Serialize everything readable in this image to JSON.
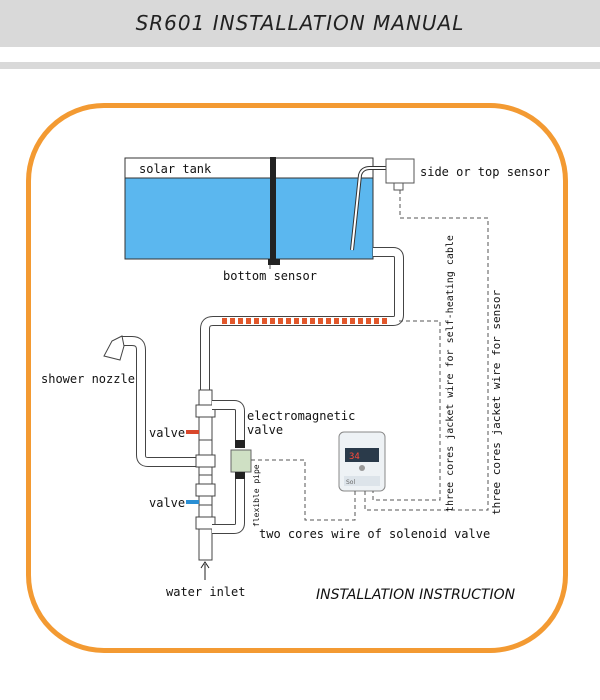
{
  "header": {
    "title": "SR601  INSTALLATION  MANUAL"
  },
  "labels": {
    "solar_tank": "solar tank",
    "side_top_sensor": "side or top sensor",
    "bottom_sensor": "bottom sensor",
    "shower_nozzle": "shower nozzle",
    "electromagnetic_valve_line1": "electromagnetic",
    "electromagnetic_valve_line2": "valve",
    "valve_upper": "valve",
    "valve_lower": "valve",
    "flexible_pipe": "flexible pipe",
    "solenoid_wire": "two cores wire of solenoid valve",
    "heating_cable_wire": "three cores jacket wire for self-heating cable",
    "sensor_wire": "three cores jacket wire for sensor",
    "water_inlet": "water inlet",
    "instruction": "INSTALLATION INSTRUCTION"
  },
  "controller": {
    "display_value": "34",
    "brand": "Sol"
  },
  "colors": {
    "frame": "#f39a32",
    "header_band": "#d9d9d9",
    "tank_water": "#5bb7ef",
    "heating_cable": "#e2572b",
    "valve_red": "#d9472b",
    "valve_blue": "#2a8fd4",
    "solenoid_green": "#cfe0c4"
  },
  "icons": {
    "shower": "shower-head-icon",
    "arrow": "arrow-up-icon",
    "controller": "controller-device-icon"
  }
}
